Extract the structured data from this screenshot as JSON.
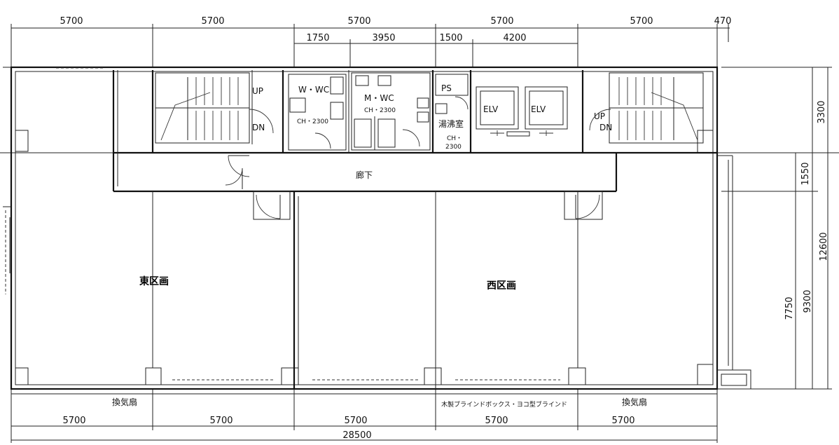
{
  "dimensions": {
    "top_bays": [
      "5700",
      "5700",
      "5700",
      "5700",
      "5700",
      "470"
    ],
    "top_sub": [
      "1750",
      "3950",
      "1500",
      "4200"
    ],
    "bottom_bays": [
      "5700",
      "5700",
      "5700",
      "5700",
      "5700"
    ],
    "bottom_total": "28500",
    "right_side": [
      "3300",
      "1550",
      "12600",
      "9300",
      "7750"
    ]
  },
  "rooms": {
    "east_section": "東区画",
    "west_section": "西区画",
    "corridor": "廊下",
    "womens_wc": "W・WC",
    "mens_wc": "M・WC",
    "ch_w": "CH・2300",
    "ch_m": "CH・2300",
    "ps": "PS",
    "hot_water_room": "湯沸室",
    "ch_kitchen": "CH・",
    "ch_kitchen_value": "2300",
    "elevator_1": "ELV",
    "elevator_2": "ELV",
    "stair_left_up": "UP",
    "stair_left_down": "DN",
    "stair_right_up": "UP",
    "stair_right_down": "DN"
  },
  "notes": {
    "ventilation_left": "換気扇",
    "ventilation_right": "換気扇",
    "blind_box": "木製ブラインドボックス・ヨコ型ブラインド"
  }
}
